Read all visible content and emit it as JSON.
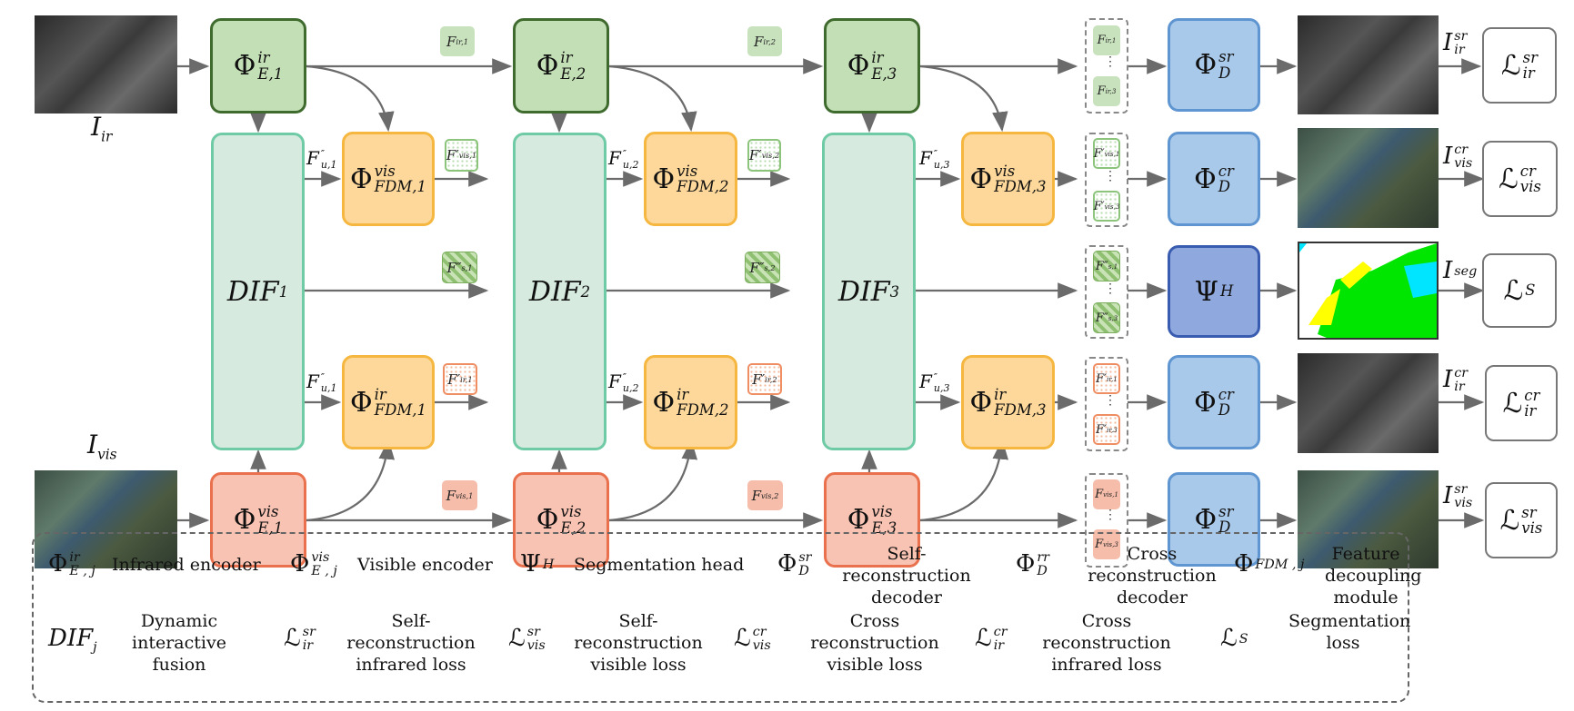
{
  "inputs": {
    "ir_label": "I",
    "ir_sub": "ir",
    "vis_label": "I",
    "vis_sub": "vis"
  },
  "encoders": {
    "phi": "Φ",
    "ir_sup": "ir",
    "vis_sup": "vis",
    "subs": [
      "E,1",
      "E,2",
      "E,3"
    ]
  },
  "dif": {
    "name": "DIF",
    "subs": [
      "1",
      "2",
      "3"
    ]
  },
  "fdm": {
    "phi": "Φ",
    "vis_sup": "vis",
    "ir_sup": "ir",
    "subs": [
      "FDM,1",
      "FDM,2",
      "FDM,3"
    ],
    "u_name": "F",
    "u_sup": "″",
    "u_subs": [
      "u,1",
      "u,2",
      "u,3"
    ]
  },
  "feature_tags": {
    "ir": [
      "ir,1",
      "ir,2"
    ],
    "vis": [
      "vis,1",
      "vis,2"
    ],
    "pvis": [
      "vis,1",
      "vis,2"
    ],
    "pir": [
      "ir,1",
      "ir,2"
    ],
    "s": [
      "s,1",
      "s,2"
    ]
  },
  "stacks": {
    "ir": [
      "ir,1",
      "ir,3"
    ],
    "pvis": [
      "vis,1",
      "vis,3"
    ],
    "s": [
      "s,1",
      "s,3"
    ],
    "pir": [
      "ir,1",
      "ir,3"
    ],
    "vis": [
      "vis,1",
      "vis,3"
    ]
  },
  "decoders": [
    {
      "sym": "Φ",
      "sup": "sr",
      "sub": "D"
    },
    {
      "sym": "Φ",
      "sup": "cr",
      "sub": "D"
    },
    {
      "sym": "Ψ",
      "sup": "",
      "sub": "H"
    },
    {
      "sym": "Φ",
      "sup": "cr",
      "sub": "D"
    },
    {
      "sym": "Φ",
      "sup": "sr",
      "sub": "D"
    }
  ],
  "outputs": [
    {
      "name": "I",
      "sup": "sr",
      "sub": "ir"
    },
    {
      "name": "I",
      "sup": "cr",
      "sub": "vis"
    },
    {
      "name": "I",
      "sup": "",
      "sub": "seg"
    },
    {
      "name": "I",
      "sup": "cr",
      "sub": "ir"
    },
    {
      "name": "I",
      "sup": "sr",
      "sub": "vis"
    }
  ],
  "losses": [
    {
      "sym": "ℒ",
      "sup": "sr",
      "sub": "ir"
    },
    {
      "sym": "ℒ",
      "sup": "cr",
      "sub": "vis"
    },
    {
      "sym": "ℒ",
      "sup": "",
      "sub": "S"
    },
    {
      "sym": "ℒ",
      "sup": "cr",
      "sub": "ir"
    },
    {
      "sym": "ℒ",
      "sup": "sr",
      "sub": "vis"
    }
  ],
  "legend": [
    {
      "sym": "Φ",
      "sup": "ir",
      "sub": "E , j",
      "text": "Infrared encoder"
    },
    {
      "sym": "Φ",
      "sup": "vis",
      "sub": "E , j",
      "text": "Visible encoder"
    },
    {
      "sym": "Ψ",
      "sup": "",
      "sub": "H",
      "text": "Segmentation head"
    },
    {
      "sym": "Φ",
      "sup": "sr",
      "sub": "D",
      "text": "Self-reconstruction decoder"
    },
    {
      "sym": "Φ",
      "sup": "rr",
      "sub": "D",
      "text": "Cross reconstruction decoder"
    },
    {
      "sym": "Φ",
      "sup": "",
      "sub": "FDM , j",
      "text": "Feature decoupling module"
    },
    {
      "sym": "DIF",
      "sup": "",
      "sub": "j",
      "text": "Dynamic interactive fusion"
    },
    {
      "sym": "ℒ",
      "sup": "sr",
      "sub": "ir",
      "text": "Self-reconstruction infrared loss"
    },
    {
      "sym": "ℒ",
      "sup": "sr",
      "sub": "vis",
      "text": "Self-reconstruction visible loss"
    },
    {
      "sym": "ℒ",
      "sup": "cr",
      "sub": "vis",
      "text": "Cross reconstruction visible loss"
    },
    {
      "sym": "ℒ",
      "sup": "cr",
      "sub": "ir",
      "text": "Cross reconstruction infrared loss"
    },
    {
      "sym": "ℒ",
      "sup": "",
      "sub": "S",
      "text": "Segmentation loss"
    }
  ],
  "colors": {
    "encoder_ir": "#c3dfb5",
    "encoder_vis": "#f8c3b3",
    "dif": "#d6eadf",
    "fdm": "#fdd89a",
    "decoder": "#a9c9ea",
    "seg_head": "#8fa9de",
    "arrow": "#6b6b6b"
  }
}
